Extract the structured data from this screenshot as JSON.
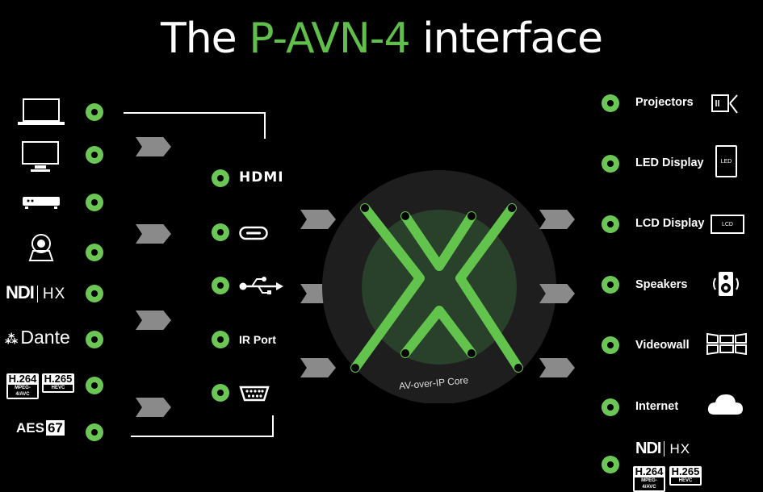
{
  "title": {
    "prefix": "The ",
    "highlight": "P-AVN-4",
    "suffix": " interface"
  },
  "left_sources": [
    {
      "icon": "laptop-icon"
    },
    {
      "icon": "monitor-icon"
    },
    {
      "icon": "media-player-icon"
    },
    {
      "icon": "ptz-camera-icon"
    },
    {
      "icon": "ndi-hx-logo"
    },
    {
      "icon": "dante-logo"
    },
    {
      "icon": "h264-h265-badges"
    },
    {
      "icon": "aes67-logo"
    }
  ],
  "left_logos": {
    "ndi": "NDI",
    "hx": "HX",
    "dante": "Dante",
    "h264": "H.264",
    "h264_sub": "MPEG-4/AVC",
    "h265": "H.265",
    "h265_sub": "HEVC",
    "aes": "AES",
    "aes_num": "67"
  },
  "ports": [
    {
      "icon": "hdmi-logo",
      "label": "HDMI"
    },
    {
      "icon": "usb-c-icon"
    },
    {
      "icon": "usb-icon"
    },
    {
      "icon": "ir-port",
      "label": "IR Port"
    },
    {
      "icon": "serial-port-icon"
    }
  ],
  "core": {
    "label": "AV-over-IP Core"
  },
  "outputs": [
    {
      "label": "Projectors",
      "icon": "projector-icon"
    },
    {
      "label": "LED Display",
      "icon": "led-display-icon",
      "icon_text": "LED"
    },
    {
      "label": "LCD Display",
      "icon": "lcd-display-icon",
      "icon_text": "LCD"
    },
    {
      "label": "Speakers",
      "icon": "speaker-icon"
    },
    {
      "label": "Videowall",
      "icon": "videowall-icon"
    },
    {
      "label": "Internet",
      "icon": "cloud-icon"
    }
  ],
  "right_logos": {
    "ndi": "NDI",
    "hx": "HX",
    "h264": "H.264",
    "h264_sub": "MPEG-4/AVC",
    "h265": "H.265",
    "h265_sub": "HEVC"
  },
  "colors": {
    "accent": "#6cc655",
    "arrow": "#8a8a8a",
    "background": "#000000"
  }
}
